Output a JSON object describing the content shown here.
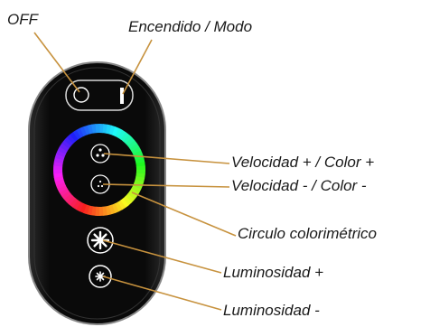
{
  "labels": {
    "off": "OFF",
    "power_mode": "Encendido / Modo",
    "speed_up": "Velocidad + / Color +",
    "speed_down": "Velocidad - / Color -",
    "color_wheel": "Circulo colorimétrico",
    "brightness_up": "Luminosidad +",
    "brightness_down": "Luminosidad -"
  },
  "colors": {
    "remote_body": "#080808",
    "remote_border": "#8a8a8a",
    "callout_line": "#c7923e",
    "button_stroke": "#ffffff"
  }
}
